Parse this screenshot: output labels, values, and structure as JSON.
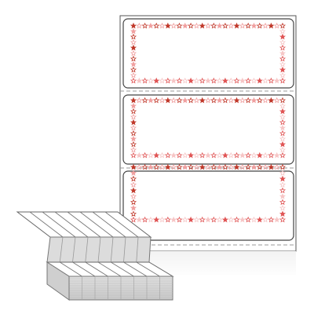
{
  "product": {
    "label_count_shown": 3,
    "label_shape": "rounded-rectangle",
    "border_motif": "star",
    "fold_style": "fanfold"
  },
  "colors": {
    "background": "#ffffff",
    "sheet_outline": "#555555",
    "label_outline": "#444444",
    "perforation": "#9a9a9a",
    "star_dark_red": "#c0392b",
    "star_red": "#e05555",
    "star_pink": "#f0a0a0",
    "star_light_pink": "#f6c6c6",
    "stack_side": "#d6d6d6",
    "stack_top": "#e6e6e6",
    "reflection": "#efefef"
  },
  "icons": {
    "border_star": "star-icon",
    "folded_stack": "fanfold-stack-icon"
  }
}
